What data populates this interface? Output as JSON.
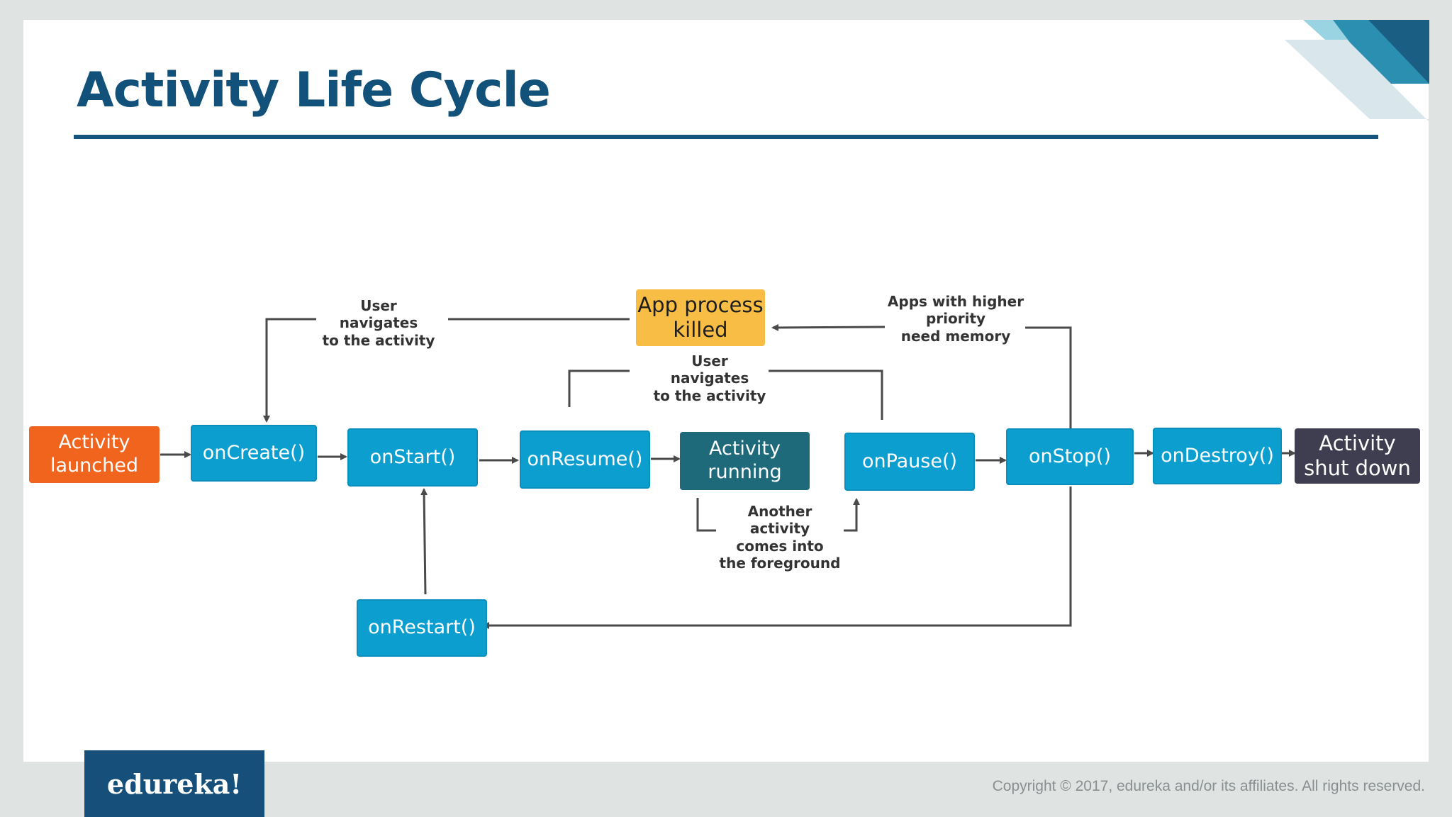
{
  "slide": {
    "title": "Activity Life Cycle"
  },
  "nodes": {
    "activity_launched": "Activity\nlaunched",
    "on_create": "onCreate()",
    "on_start": "onStart()",
    "on_resume": "onResume()",
    "activity_running": "Activity\nrunning",
    "on_pause": "onPause()",
    "on_stop": "onStop()",
    "on_destroy": "onDestroy()",
    "activity_shut_down": "Activity\nshut down",
    "app_process_killed": "App process\nkilled",
    "on_restart": "onRestart()"
  },
  "annotations": {
    "user_navigates_1": "User navigates\nto the activity",
    "user_navigates_2": "User navigates\nto the activity",
    "apps_higher_priority": "Apps with higher\npriority\nneed memory",
    "another_activity": "Another activity\ncomes into\nthe foreground"
  },
  "footer": {
    "brand": "edureka!",
    "copyright": "Copyright © 2017, edureka and/or its affiliates. All rights reserved."
  },
  "colors": {
    "title": "#11517a",
    "method_box": "#0b9ecf",
    "launched": "#f0641d",
    "running": "#1e6a7a",
    "killed": "#f7bd44",
    "shut_down": "#3f3e50",
    "connector": "#4a4a4a"
  }
}
